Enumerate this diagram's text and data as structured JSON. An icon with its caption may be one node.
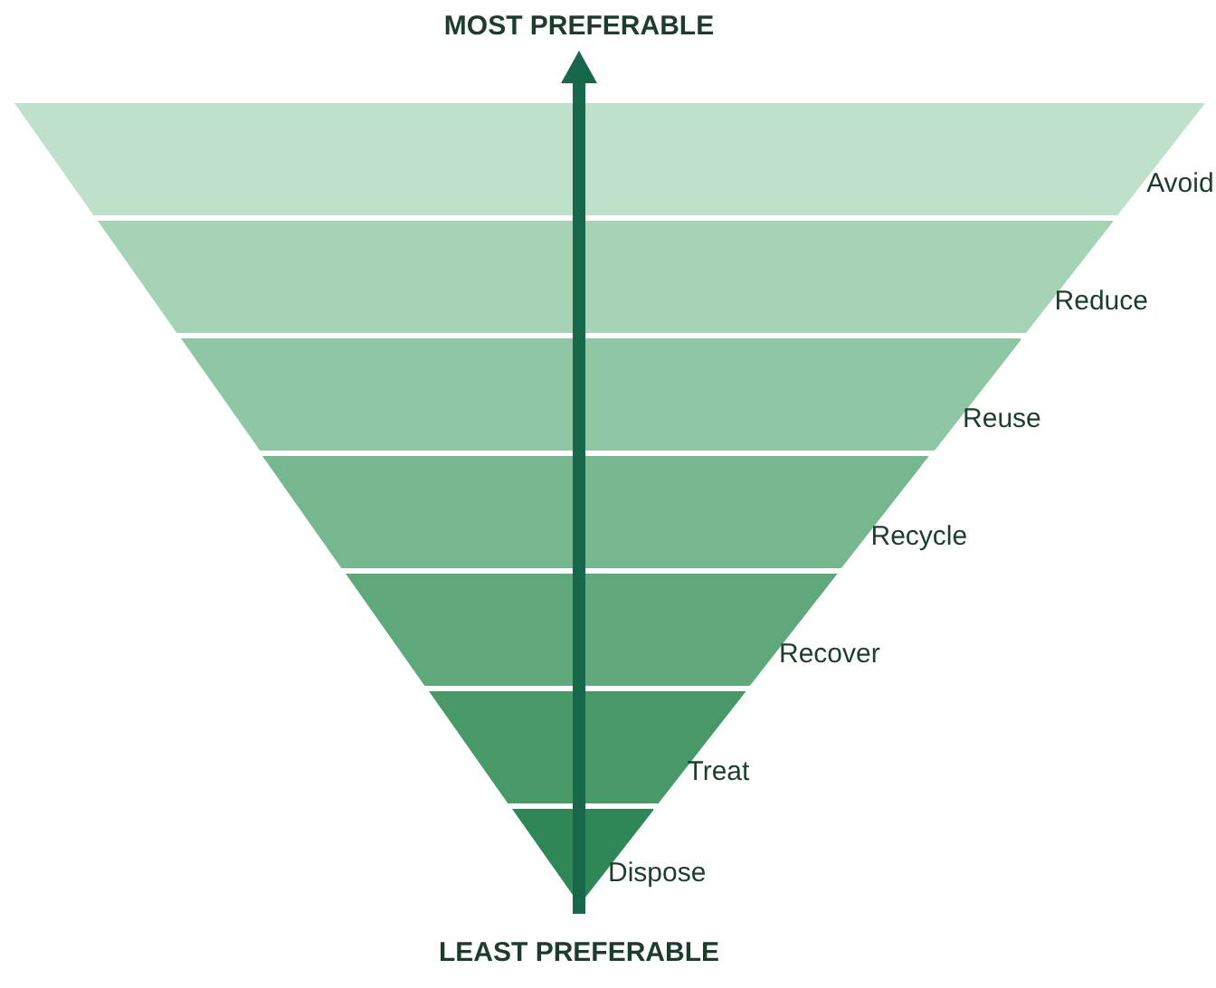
{
  "diagram": {
    "nodes": [
      {
        "text": [
          "Avoid"
        ]
      },
      {
        "text": [
          "Reduce"
        ]
      },
      {
        "text": [
          "Reuse"
        ]
      },
      {
        "text": [
          "Recycle"
        ]
      },
      {
        "text": [
          "Recover"
        ]
      },
      {
        "text": [
          "Treat"
        ]
      },
      {
        "text": [
          "Dispose"
        ]
      }
    ],
    "labels": [
      "MOST PREFERABLE",
      "LEAST PREFERABLE"
    ]
  }
}
